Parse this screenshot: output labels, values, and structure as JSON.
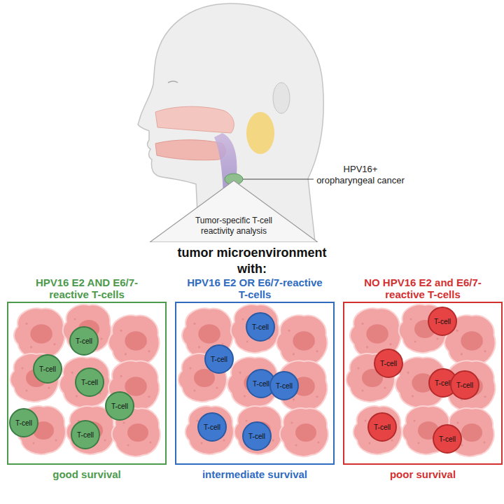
{
  "diagram": {
    "nodes": [
      {
        "text": [
          "Tumor-specific T-cell reactivity analysis"
        ]
      },
      {
        "text": [
          "HPV16 E2 AND E6/7-reactive T-cells",
          "good survival"
        ]
      },
      {
        "text": [
          "T-cell"
        ],
        "in": 1
      },
      {
        "text": [
          "T-cell"
        ],
        "in": 1
      },
      {
        "text": [
          "T-cell"
        ],
        "in": 1
      },
      {
        "text": [
          "T-cell"
        ],
        "in": 1
      },
      {
        "text": [
          "T-cell"
        ],
        "in": 1
      },
      {
        "text": [
          "T-cell"
        ],
        "in": 1
      },
      {
        "text": [
          "HPV16 E2 OR E6/7-reactive T-cells",
          "intermediate survival"
        ]
      },
      {
        "text": [
          "T-cell"
        ],
        "in": 8
      },
      {
        "text": [
          "T-cell"
        ],
        "in": 8
      },
      {
        "text": [
          "T-cell"
        ],
        "in": 8
      },
      {
        "text": [
          "T-cell"
        ],
        "in": 8
      },
      {
        "text": [
          "T-cell"
        ],
        "in": 8
      },
      {
        "text": [
          "T-cell"
        ],
        "in": 8
      },
      {
        "text": [
          "NO HPV16 E2 and E6/7-reactive T-cells",
          "poor survival"
        ]
      },
      {
        "text": [
          "T-cell"
        ],
        "in": 15
      },
      {
        "text": [
          "T-cell"
        ],
        "in": 15
      },
      {
        "text": [
          "T-cell"
        ],
        "in": 15
      },
      {
        "text": [
          "T-cell"
        ],
        "in": 15
      },
      {
        "text": [
          "T-cell"
        ],
        "in": 15
      },
      {
        "text": [
          "T-cell"
        ],
        "in": 15
      }
    ],
    "labels": [
      "HPV16+ oropharyngeal cancer",
      "tumor microenvironment with:"
    ]
  }
}
